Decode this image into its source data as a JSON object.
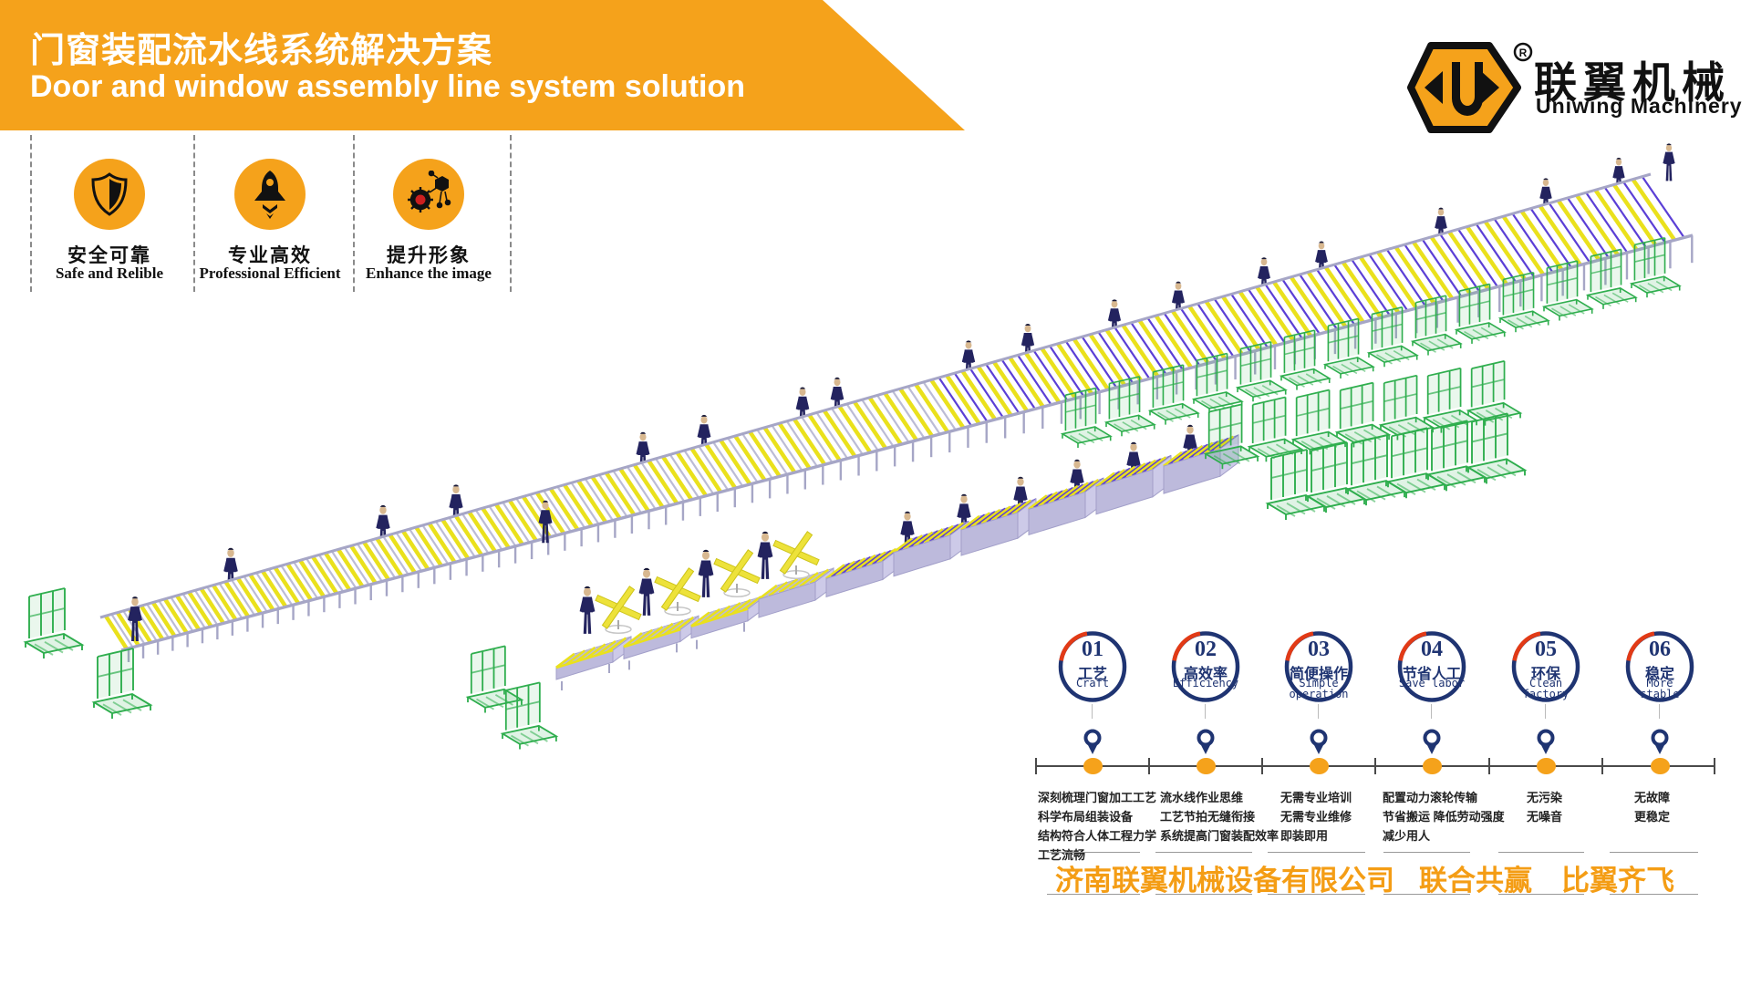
{
  "banner": {
    "title_zh": "门窗装配流水线系统解决方案",
    "title_en": "Door and window assembly line system solution"
  },
  "logo": {
    "brand_zh": "联翼机械",
    "brand_en": "Uniwing Machinery",
    "registered": "R"
  },
  "features": [
    {
      "icon": "shield-icon",
      "zh": "安全可靠",
      "en": "Safe and Relible"
    },
    {
      "icon": "rocket-icon",
      "zh": "专业高效",
      "en": "Professional Efficient"
    },
    {
      "icon": "network-icon",
      "zh": "提升形象",
      "en": "Enhance the image"
    }
  ],
  "timeline": {
    "items": [
      {
        "num": "01",
        "zh": "工艺",
        "en": "Craft",
        "desc": [
          "深刻梳理门窗加工工艺",
          "科学布局组装设备",
          "结构符合人体工程力学",
          "工艺流畅"
        ]
      },
      {
        "num": "02",
        "zh": "高效率",
        "en": "Efficiency",
        "desc": [
          "流水线作业思维",
          "工艺节拍无缝衔接",
          "系统提高门窗装配效率"
        ]
      },
      {
        "num": "03",
        "zh": "简便操作",
        "en": "Simple operation",
        "desc": [
          "无需专业培训",
          "无需专业维修",
          "即装即用"
        ]
      },
      {
        "num": "04",
        "zh": "节省人工",
        "en": "Save labor",
        "desc": [
          "配置动力滚轮传输",
          "节省搬运 降低劳动强度",
          "减少用人"
        ]
      },
      {
        "num": "05",
        "zh": "环保",
        "en": "Clean factory",
        "desc": [
          "无污染",
          "无噪音"
        ]
      },
      {
        "num": "06",
        "zh": "稳定",
        "en": "More stable",
        "desc": [
          "无故障",
          "更稳定"
        ]
      }
    ]
  },
  "footer": {
    "company": "济南联翼机械设备有限公司",
    "slogan1": "联合共赢",
    "slogan2": "比翼齐飞"
  },
  "colors": {
    "orange": "#F5A21B",
    "navy": "#1F3472",
    "red": "#E23A16",
    "green": "#2FAE4E",
    "yellow": "#EAE11C",
    "purple": "#5B3FD6",
    "frame": "#A6A6C6",
    "panel": "#BDBADC",
    "person": "#23235F"
  },
  "illustration": {
    "description": "isometric door and window assembly line with roller conveyors, workers and green racks"
  }
}
